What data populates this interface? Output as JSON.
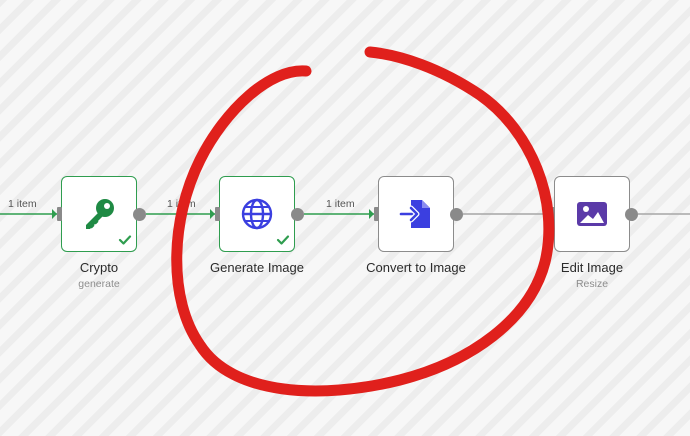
{
  "colors": {
    "success": "#2f9d4f",
    "neutral_border": "#8c8c8c",
    "handle": "#8a8a8a",
    "edge_default": "#a6a6a6",
    "icon_blue": "#3b3fe0",
    "icon_green": "#1f8a44",
    "icon_purple": "#5b3aa8",
    "annotation_red": "#e0201c"
  },
  "edges": [
    {
      "from": "input",
      "to": "crypto",
      "label": "1 item",
      "status": "success"
    },
    {
      "from": "crypto",
      "to": "generate-image",
      "label": "1 item",
      "status": "success"
    },
    {
      "from": "generate-image",
      "to": "convert-to-image",
      "label": "1 item",
      "status": "success"
    },
    {
      "from": "convert-to-image",
      "to": "edit-image",
      "label": "",
      "status": "default"
    },
    {
      "from": "edit-image",
      "to": "next",
      "label": "",
      "status": "default"
    }
  ],
  "nodes": [
    {
      "id": "crypto",
      "title": "Crypto",
      "subtitle": "generate",
      "icon": "key-icon",
      "status": "success"
    },
    {
      "id": "generate-image",
      "title": "Generate Image",
      "subtitle": "",
      "icon": "globe-icon",
      "status": "success"
    },
    {
      "id": "convert-to-image",
      "title": "Convert to Image",
      "subtitle": "",
      "icon": "file-import-icon",
      "status": "default"
    },
    {
      "id": "edit-image",
      "title": "Edit Image",
      "subtitle": "Resize",
      "icon": "image-icon",
      "status": "default"
    }
  ],
  "annotation": {
    "shape": "hand-drawn-circle",
    "target": "generate-image and convert-to-image"
  }
}
